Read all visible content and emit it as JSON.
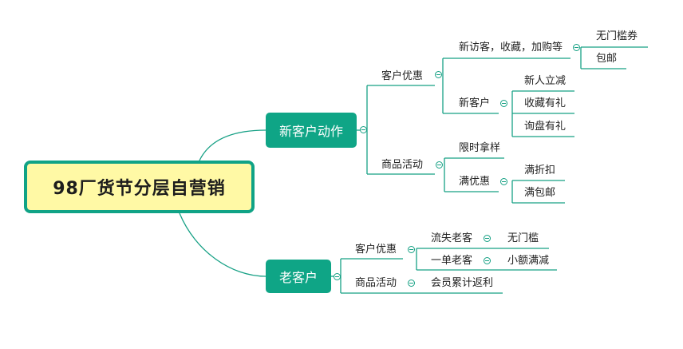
{
  "root": {
    "label": "98厂货节分层自营销"
  },
  "branch_new": {
    "label": "新客户动作",
    "group_customer_benefit": {
      "label": "客户优惠",
      "visitors": {
        "label": "新访客，收藏，加购等",
        "items": [
          "无门槛券",
          "包邮"
        ]
      },
      "new_customer": {
        "label": "新客户",
        "items": [
          "新人立减",
          "收藏有礼",
          "询盘有礼"
        ]
      }
    },
    "group_product_activity": {
      "label": "商品活动",
      "limited": {
        "label": "限时拿样"
      },
      "full_discount": {
        "label": "满优惠",
        "items": [
          "满折扣",
          "满包邮"
        ]
      }
    }
  },
  "branch_old": {
    "label": "老客户",
    "group_customer_benefit": {
      "label": "客户优惠",
      "lost": {
        "label": "流失老客",
        "item": "无门槛"
      },
      "single": {
        "label": "一单老客",
        "item": "小额满减"
      }
    },
    "group_product_activity": {
      "label": "商品活动",
      "item": "会员累计返利"
    }
  },
  "colors": {
    "line": "#16a085",
    "root_fill": "#fff9a5",
    "root_border": "#10a386",
    "branch_fill": "#0fa586"
  }
}
